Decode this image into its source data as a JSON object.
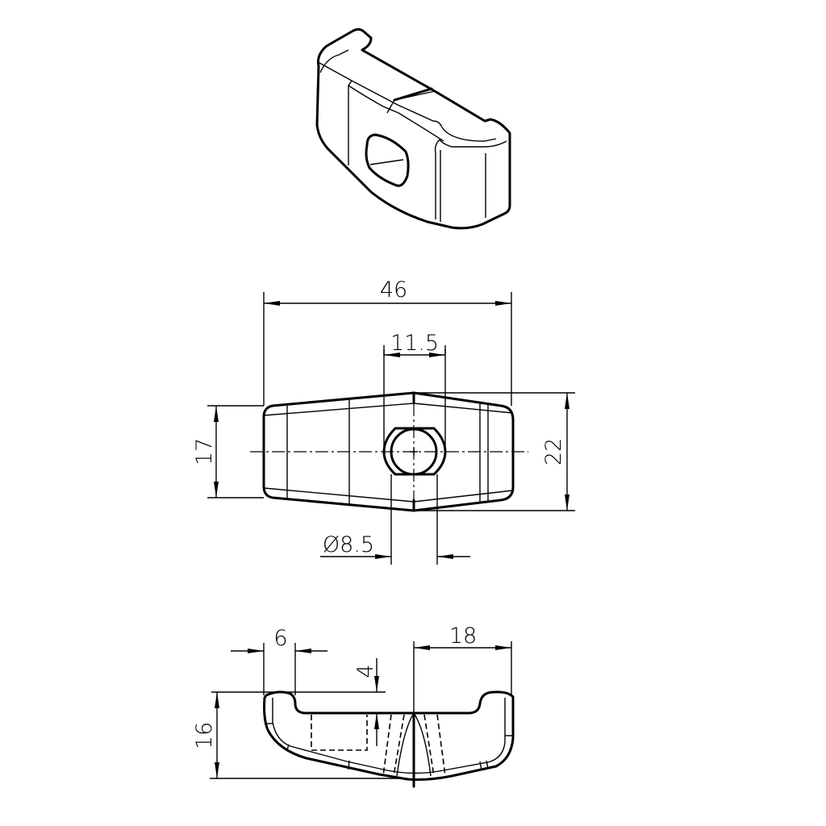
{
  "drawing": {
    "type": "technical-drawing",
    "subject": "T-slot clamp block / nut",
    "views": [
      {
        "name": "isometric-view"
      },
      {
        "name": "top-view"
      },
      {
        "name": "front-view"
      }
    ]
  },
  "dimensions": {
    "overall_length": "46",
    "slot_width": "11.5",
    "end_height": "17",
    "center_height": "22",
    "hole_diameter": "Ø8.5",
    "lip_width": "6",
    "recess_depth": "4",
    "half_length": "18",
    "overall_height": "16"
  },
  "colors": {
    "line": "#000000",
    "background": "#ffffff"
  }
}
